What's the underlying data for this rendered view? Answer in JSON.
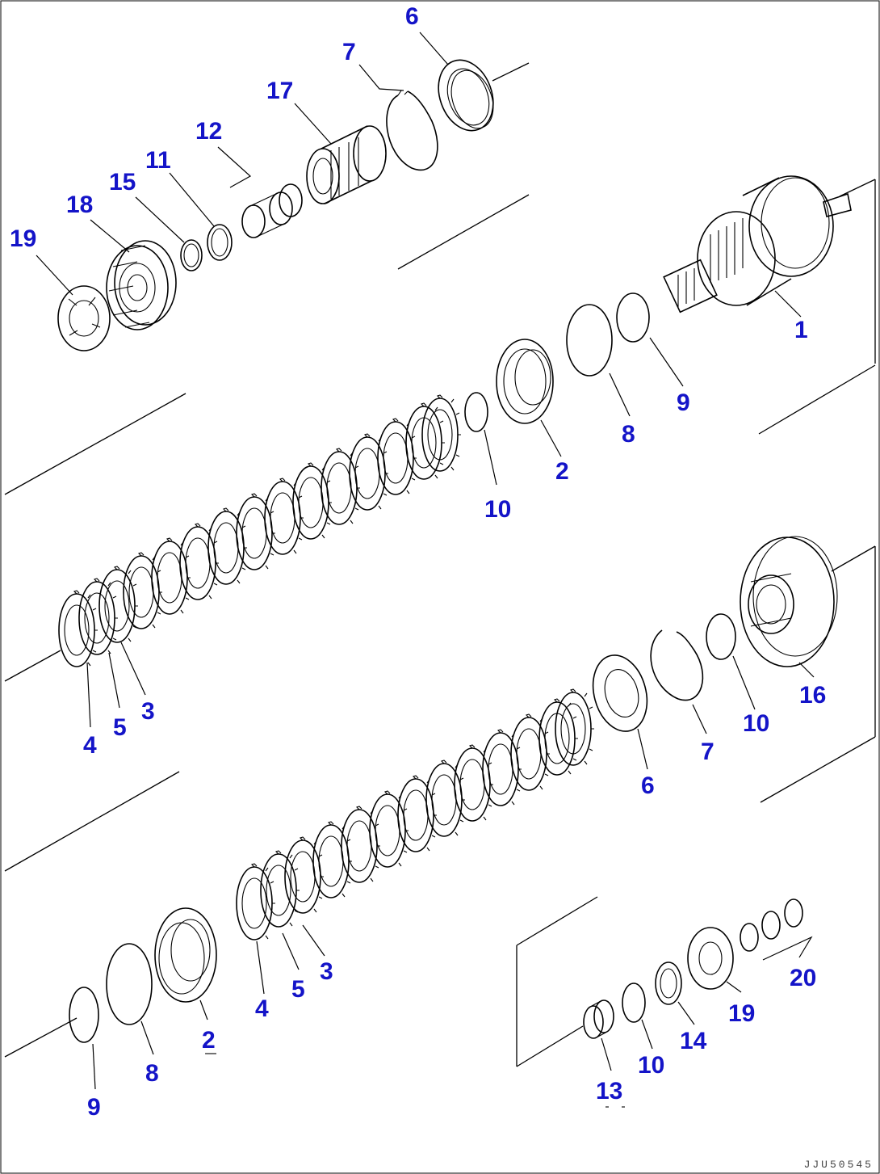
{
  "diagram": {
    "doc_code": "JJU50545",
    "callouts": [
      {
        "id": "c-6a",
        "text": "6"
      },
      {
        "id": "c-7a",
        "text": "7"
      },
      {
        "id": "c-17",
        "text": "17"
      },
      {
        "id": "c-12",
        "text": "12"
      },
      {
        "id": "c-11",
        "text": "11"
      },
      {
        "id": "c-15",
        "text": "15"
      },
      {
        "id": "c-18",
        "text": "18"
      },
      {
        "id": "c-19a",
        "text": "19"
      },
      {
        "id": "c-1",
        "text": "1"
      },
      {
        "id": "c-9a",
        "text": "9"
      },
      {
        "id": "c-8a",
        "text": "8"
      },
      {
        "id": "c-2a",
        "text": "2"
      },
      {
        "id": "c-10a",
        "text": "10"
      },
      {
        "id": "c-3a",
        "text": "3"
      },
      {
        "id": "c-5a",
        "text": "5"
      },
      {
        "id": "c-4a",
        "text": "4"
      },
      {
        "id": "c-16",
        "text": "16"
      },
      {
        "id": "c-10b",
        "text": "10"
      },
      {
        "id": "c-7b",
        "text": "7"
      },
      {
        "id": "c-6b",
        "text": "6"
      },
      {
        "id": "c-3b",
        "text": "3"
      },
      {
        "id": "c-5b",
        "text": "5"
      },
      {
        "id": "c-4b",
        "text": "4"
      },
      {
        "id": "c-2b",
        "text": "2"
      },
      {
        "id": "c-8b",
        "text": "8"
      },
      {
        "id": "c-9b",
        "text": "9"
      },
      {
        "id": "c-20",
        "text": "20"
      },
      {
        "id": "c-19b",
        "text": "19"
      },
      {
        "id": "c-14",
        "text": "14"
      },
      {
        "id": "c-10c",
        "text": "10"
      },
      {
        "id": "c-13",
        "text": "13"
      }
    ]
  }
}
